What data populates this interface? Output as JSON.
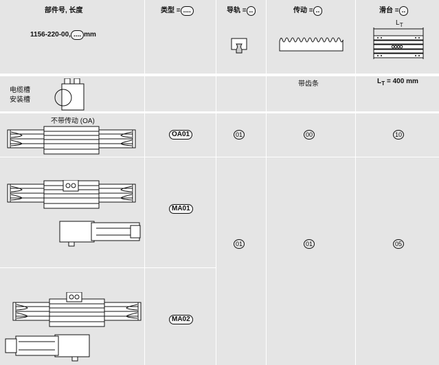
{
  "header": {
    "part_label": "部件号, 长度",
    "part_number": "1156-220-00,",
    "length_placeholder": "....",
    "length_unit": "mm",
    "type_label": "类型 =",
    "type_placeholder": "....",
    "rail_label": "导轨 =",
    "rail_placeholder": "..",
    "drive_label": "传动 =",
    "drive_placeholder": "..",
    "slide_label": "滑台 =",
    "slide_placeholder": "..",
    "slide_dim_label": "L",
    "slide_dim_sub": "T"
  },
  "row2": {
    "cable_label_1": "电缆槽",
    "cable_label_2": "安装槽",
    "drive_desc": "带齿条",
    "slide_desc": "L",
    "slide_desc_sub": "T",
    "slide_desc_value": "= 400 mm"
  },
  "rows": [
    {
      "title": "不带传动 (OA)",
      "type": "OA01",
      "rail": "01",
      "drive": "00",
      "slide": "10"
    },
    {
      "type": "MA01",
      "rail": "01",
      "drive": "01",
      "slide": "05"
    },
    {
      "type": "MA02"
    }
  ]
}
